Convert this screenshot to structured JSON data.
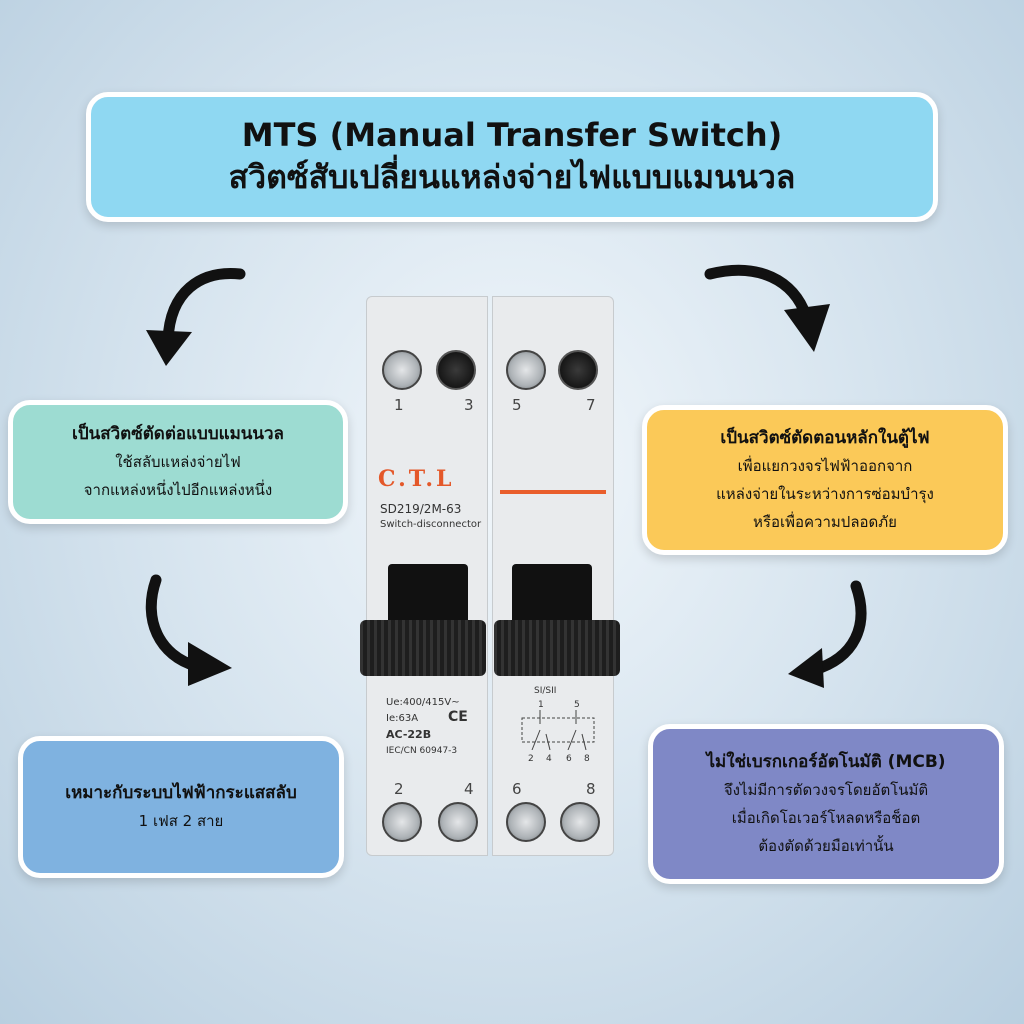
{
  "title": {
    "en": "MTS (Manual Transfer Switch)",
    "th": "สวิตซ์สับเปลี่ยนแหล่งจ่ายไฟแบบแมนนวล"
  },
  "boxes": {
    "manual_switch": {
      "heading": "เป็นสวิตซ์ตัดต่อแบบแมนนวล",
      "line1": "ใช้สลับแหล่งจ่ายไฟ",
      "line2": "จากแหล่งหนึ่งไปอีกแหล่งหนึ่ง"
    },
    "main_disconnect": {
      "heading": "เป็นสวิตซ์ตัดตอนหลักในตู้ไฟ",
      "line1": "เพื่อแยกวงจรไฟฟ้าออกจาก",
      "line2": "แหล่งจ่ายในระหว่างการซ่อมบำรุง",
      "line3": "หรือเพื่อความปลอดภัย"
    },
    "suitable": {
      "heading": "เหมาะกับระบบไฟฟ้ากระแสสลับ",
      "line1": "1 เฟส 2 สาย"
    },
    "not_mcb": {
      "heading": "ไม่ใช่เบรกเกอร์อัตโนมัติ (MCB)",
      "line1": "จึงไม่มีการตัดวงจรโดยอัตโนมัติ",
      "line2": "เมื่อเกิดโอเวอร์โหลดหรือช็อต",
      "line3": "ต้องตัดด้วยมือเท่านั้น"
    }
  },
  "product": {
    "brand": "C.T.L",
    "model": "SD219/2M-63",
    "type": "Switch-disconnector",
    "ue": "Ue:400/415V~",
    "ie": "Ie:63A",
    "ce": "CE",
    "ac": "AC-22B",
    "iec": "IEC/CN 60947-3",
    "diagram_label": "SI/SII",
    "top_terminals": [
      "1",
      "3",
      "5",
      "7"
    ],
    "bottom_terminals": [
      "2",
      "4",
      "6",
      "8"
    ],
    "diag_top": [
      "1",
      "5"
    ],
    "diag_bottom": [
      "2",
      "4",
      "6",
      "8"
    ]
  },
  "colors": {
    "title_bg": "#8fd8f2",
    "teal_box": "#9ddcd2",
    "orange_box": "#fbc958",
    "blue_box": "#7fb2e0",
    "purple_box": "#7f88c6",
    "brand_orange": "#e4582a"
  },
  "icons": [
    "curved-arrow-icon"
  ]
}
